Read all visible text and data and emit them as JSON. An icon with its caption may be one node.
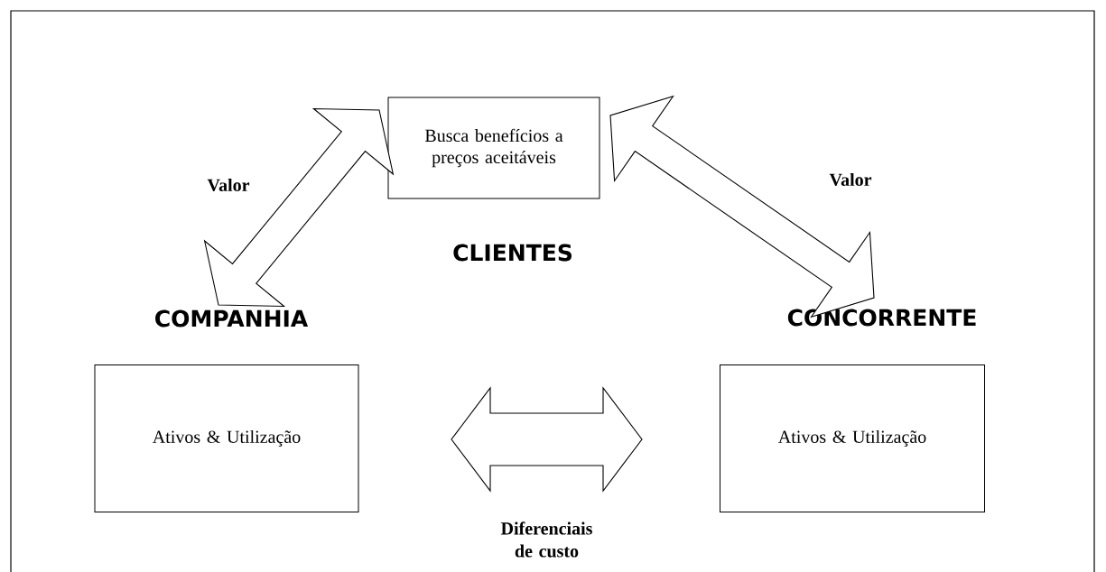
{
  "diagram": {
    "nodes": [
      {
        "text": [
          "Busca benefícios a preços aceitáveis",
          "CLIENTES"
        ]
      },
      {
        "text": [
          "COMPANHIA",
          "Ativos & Utilização"
        ]
      },
      {
        "text": [
          "CONCORRENTE",
          "Ativos & Utilização"
        ]
      }
    ],
    "edges": [
      {
        "from": 1,
        "to": 0,
        "arrow": "both",
        "label": "Valor"
      },
      {
        "from": 2,
        "to": 0,
        "arrow": "both",
        "label": "Valor"
      },
      {
        "from": 1,
        "to": 2,
        "arrow": "both",
        "label": "Diferenciais de custo"
      }
    ]
  }
}
